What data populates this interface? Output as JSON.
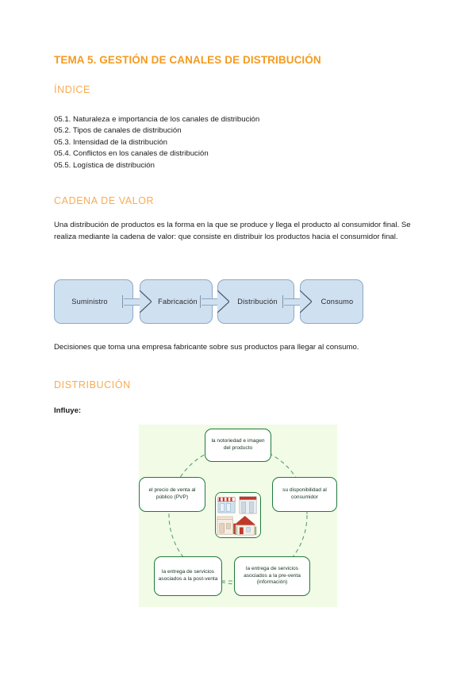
{
  "document": {
    "title": "TEMA 5. GESTIÓN DE CANALES DE DISTRIBUCIÓN",
    "title_color": "#f59b20",
    "heading_color": "#f9ab52"
  },
  "sections": {
    "indice": {
      "heading": "ÍNDICE",
      "items": [
        "05.1. Naturaleza e importancia de los canales de distribución",
        "05.2. Tipos de canales de distribución",
        "05.3. Intensidad de la distribución",
        "05.4. Conflictos en los canales de distribución",
        "05.5. Logística de distribución"
      ]
    },
    "cadena_de_valor": {
      "heading": "CADENA DE VALOR",
      "paragraph": "Una distribución de productos es la forma en la que se produce y llega el producto al consumidor final. Se realiza mediante la cadena de valor: que consiste en distribuir los productos hacia el consumidor final.",
      "chain": {
        "type": "process-flow",
        "box_fill": "#cfe0f1",
        "box_border": "#8ea9c4",
        "steps": [
          "Suministro",
          "Fabricación",
          "Distribución",
          "Consumo"
        ]
      },
      "caption": "Decisiones que toma una empresa fabricante sobre sus productos para llegar al consumo."
    },
    "distribucion": {
      "heading": "DISTRIBUCIÓN",
      "lead": "Influye:",
      "influence_diagram": {
        "panel_background": "#f1fbe6",
        "box_border": "#1f7a3d",
        "center_icon": "storefront-collage-icon",
        "nodes": [
          {
            "position": "top",
            "label": "la notoriedad e imagen del producto"
          },
          {
            "position": "left",
            "label": "el precio de venta al público (PVP)"
          },
          {
            "position": "right",
            "label": "su disponibilidad al consumidor"
          },
          {
            "position": "bottom-left",
            "label": "la entrega de servicios asociados a la post-venta"
          },
          {
            "position": "bottom-right",
            "label": "la entrega de servicios asociados a la pre-venta (información)"
          }
        ]
      }
    }
  }
}
